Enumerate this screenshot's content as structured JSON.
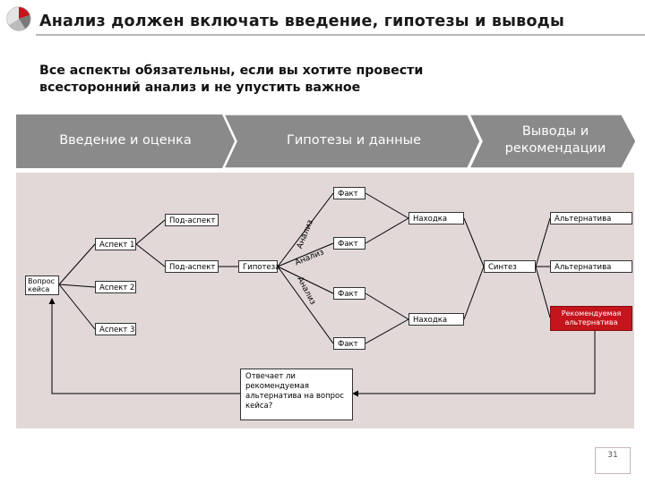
{
  "header": {
    "title": "Анализ должен включать введение, гипотезы и выводы"
  },
  "subtitle": "Все аспекты обязательны, если вы хотите провести всесторонний анализ и не упустить важное",
  "stages": [
    {
      "label": "Введение и оценка"
    },
    {
      "label": "Гипотезы и данные"
    },
    {
      "label": "Выводы и рекомендации"
    }
  ],
  "diagram": {
    "question": "Вопрос кейса",
    "aspects": [
      "Аспект 1",
      "Аспект 2",
      "Аспект 3"
    ],
    "subaspects": [
      "Под-аспект",
      "Под-аспект"
    ],
    "hypothesis": "Гипотеза",
    "analysis_labels": [
      "Анализ",
      "Анализ",
      "Анализ"
    ],
    "facts": [
      "Факт",
      "Факт",
      "Факт",
      "Факт"
    ],
    "findings": [
      "Находка",
      "Находка"
    ],
    "synthesis": "Синтез",
    "alternatives": [
      "Альтернатива",
      "Альтернатива"
    ],
    "recommended": "Рекомендуемая альтернатива",
    "check_question": "Отвечает ли рекомендуемая альтернатива на вопрос кейса?"
  },
  "page_number": "31",
  "colors": {
    "stage_bar": "#8a8a8a",
    "panel": "#e2d8d8",
    "recommended": "#c4141c"
  }
}
